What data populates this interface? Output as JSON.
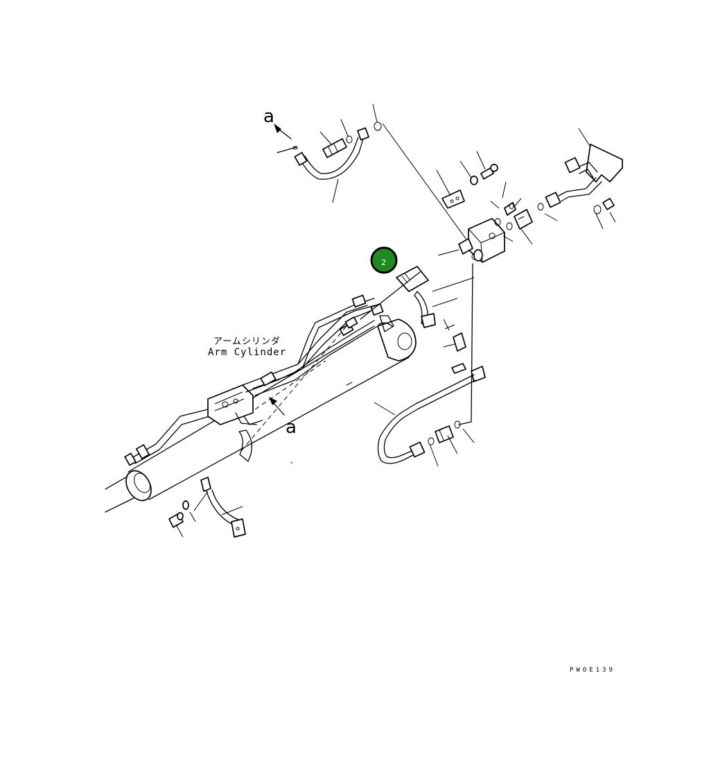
{
  "diagram": {
    "callouts": {
      "view_marker_top": "a",
      "view_marker_bottom": "a"
    },
    "part_labels": {
      "japanese": "アームシリンダ",
      "english": "Arm Cylinder"
    },
    "highlight_marker": {
      "number": "2",
      "fill_color": "#1f8a1f",
      "ring_color": "#000000"
    },
    "drawing_code": "PWOE139"
  }
}
